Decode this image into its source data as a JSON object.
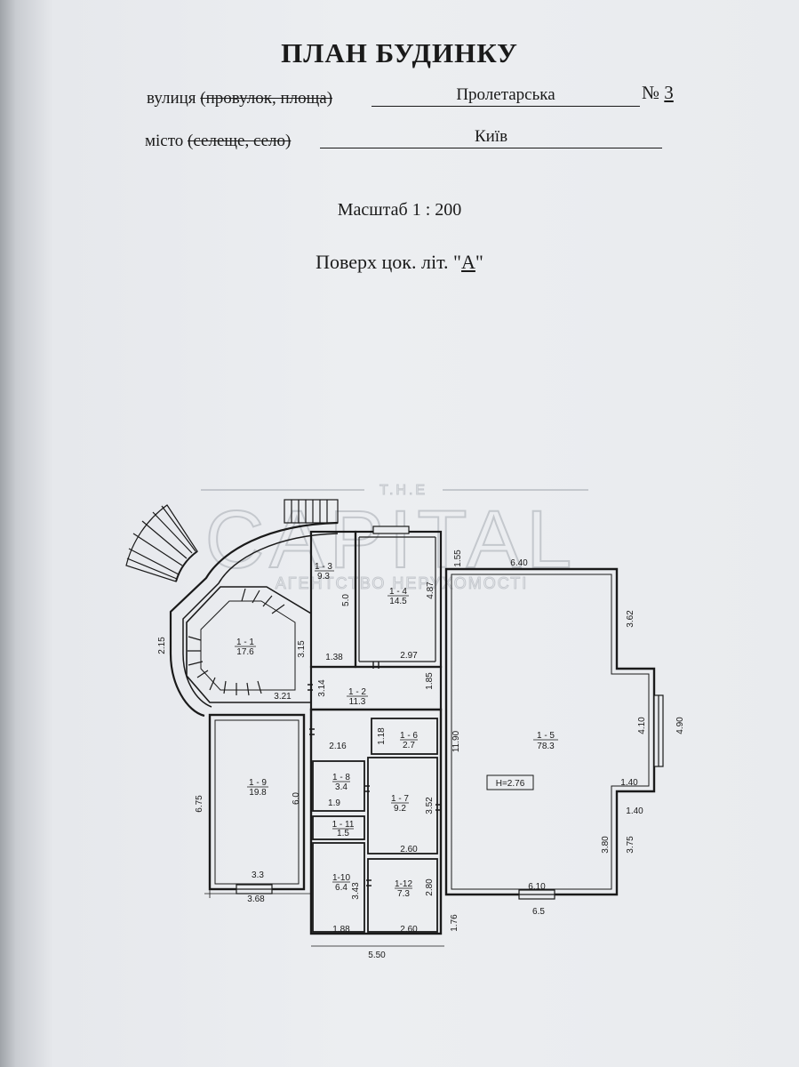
{
  "title": "ПЛАН БУДИНКУ",
  "street": {
    "label": "вулиця",
    "struck": "(провулок, площа)",
    "value": "Пролетарська",
    "number_label": "№",
    "number": "3"
  },
  "city": {
    "label": "місто",
    "struck": "(селеще, село)",
    "value": "Київ"
  },
  "scale": "Масштаб 1 : 200",
  "floor": {
    "prefix": "Поверх цок. літ. \"",
    "letter": "А",
    "suffix": "\""
  },
  "watermark": {
    "top": "T.H.E",
    "main": "CAPITAL",
    "sub": "АГЕНТСТВО НЕРУХОМОСТІ"
  },
  "rooms": [
    {
      "id": "1 - 1",
      "area": "17.6"
    },
    {
      "id": "1 - 2",
      "area": "11.3"
    },
    {
      "id": "1 - 3",
      "area": "9.3"
    },
    {
      "id": "1 - 4",
      "area": "14.5"
    },
    {
      "id": "1 - 5",
      "area": "78.3"
    },
    {
      "id": "1 - 6",
      "area": "2.7"
    },
    {
      "id": "1 - 7",
      "area": "9.2"
    },
    {
      "id": "1 - 8",
      "area": "3.4"
    },
    {
      "id": "1 - 9",
      "area": "19.8"
    },
    {
      "id": "1-10",
      "area": "6.4"
    },
    {
      "id": "1 - 11",
      "area": "1.5"
    },
    {
      "id": "1-12",
      "area": "7.3"
    }
  ],
  "height_label": "H=2.76",
  "dimensions": [
    "1.55",
    "6.40",
    "3.62",
    "4.10",
    "4.90",
    "1.40",
    "1.40",
    "3.80",
    "3.75",
    "6.10",
    "6.5",
    "1.76",
    "5.50",
    "11.90",
    "4.87",
    "2.97",
    "5.0",
    "1.38",
    "3.15",
    "3.21",
    "2.15",
    "3.14",
    "1.85",
    "2.16",
    "1.18",
    "6.75",
    "6.0",
    "3.3",
    "3.68",
    "1.9",
    "3.52",
    "2.60",
    "3.43",
    "2.80",
    "1.88",
    "2.60"
  ]
}
